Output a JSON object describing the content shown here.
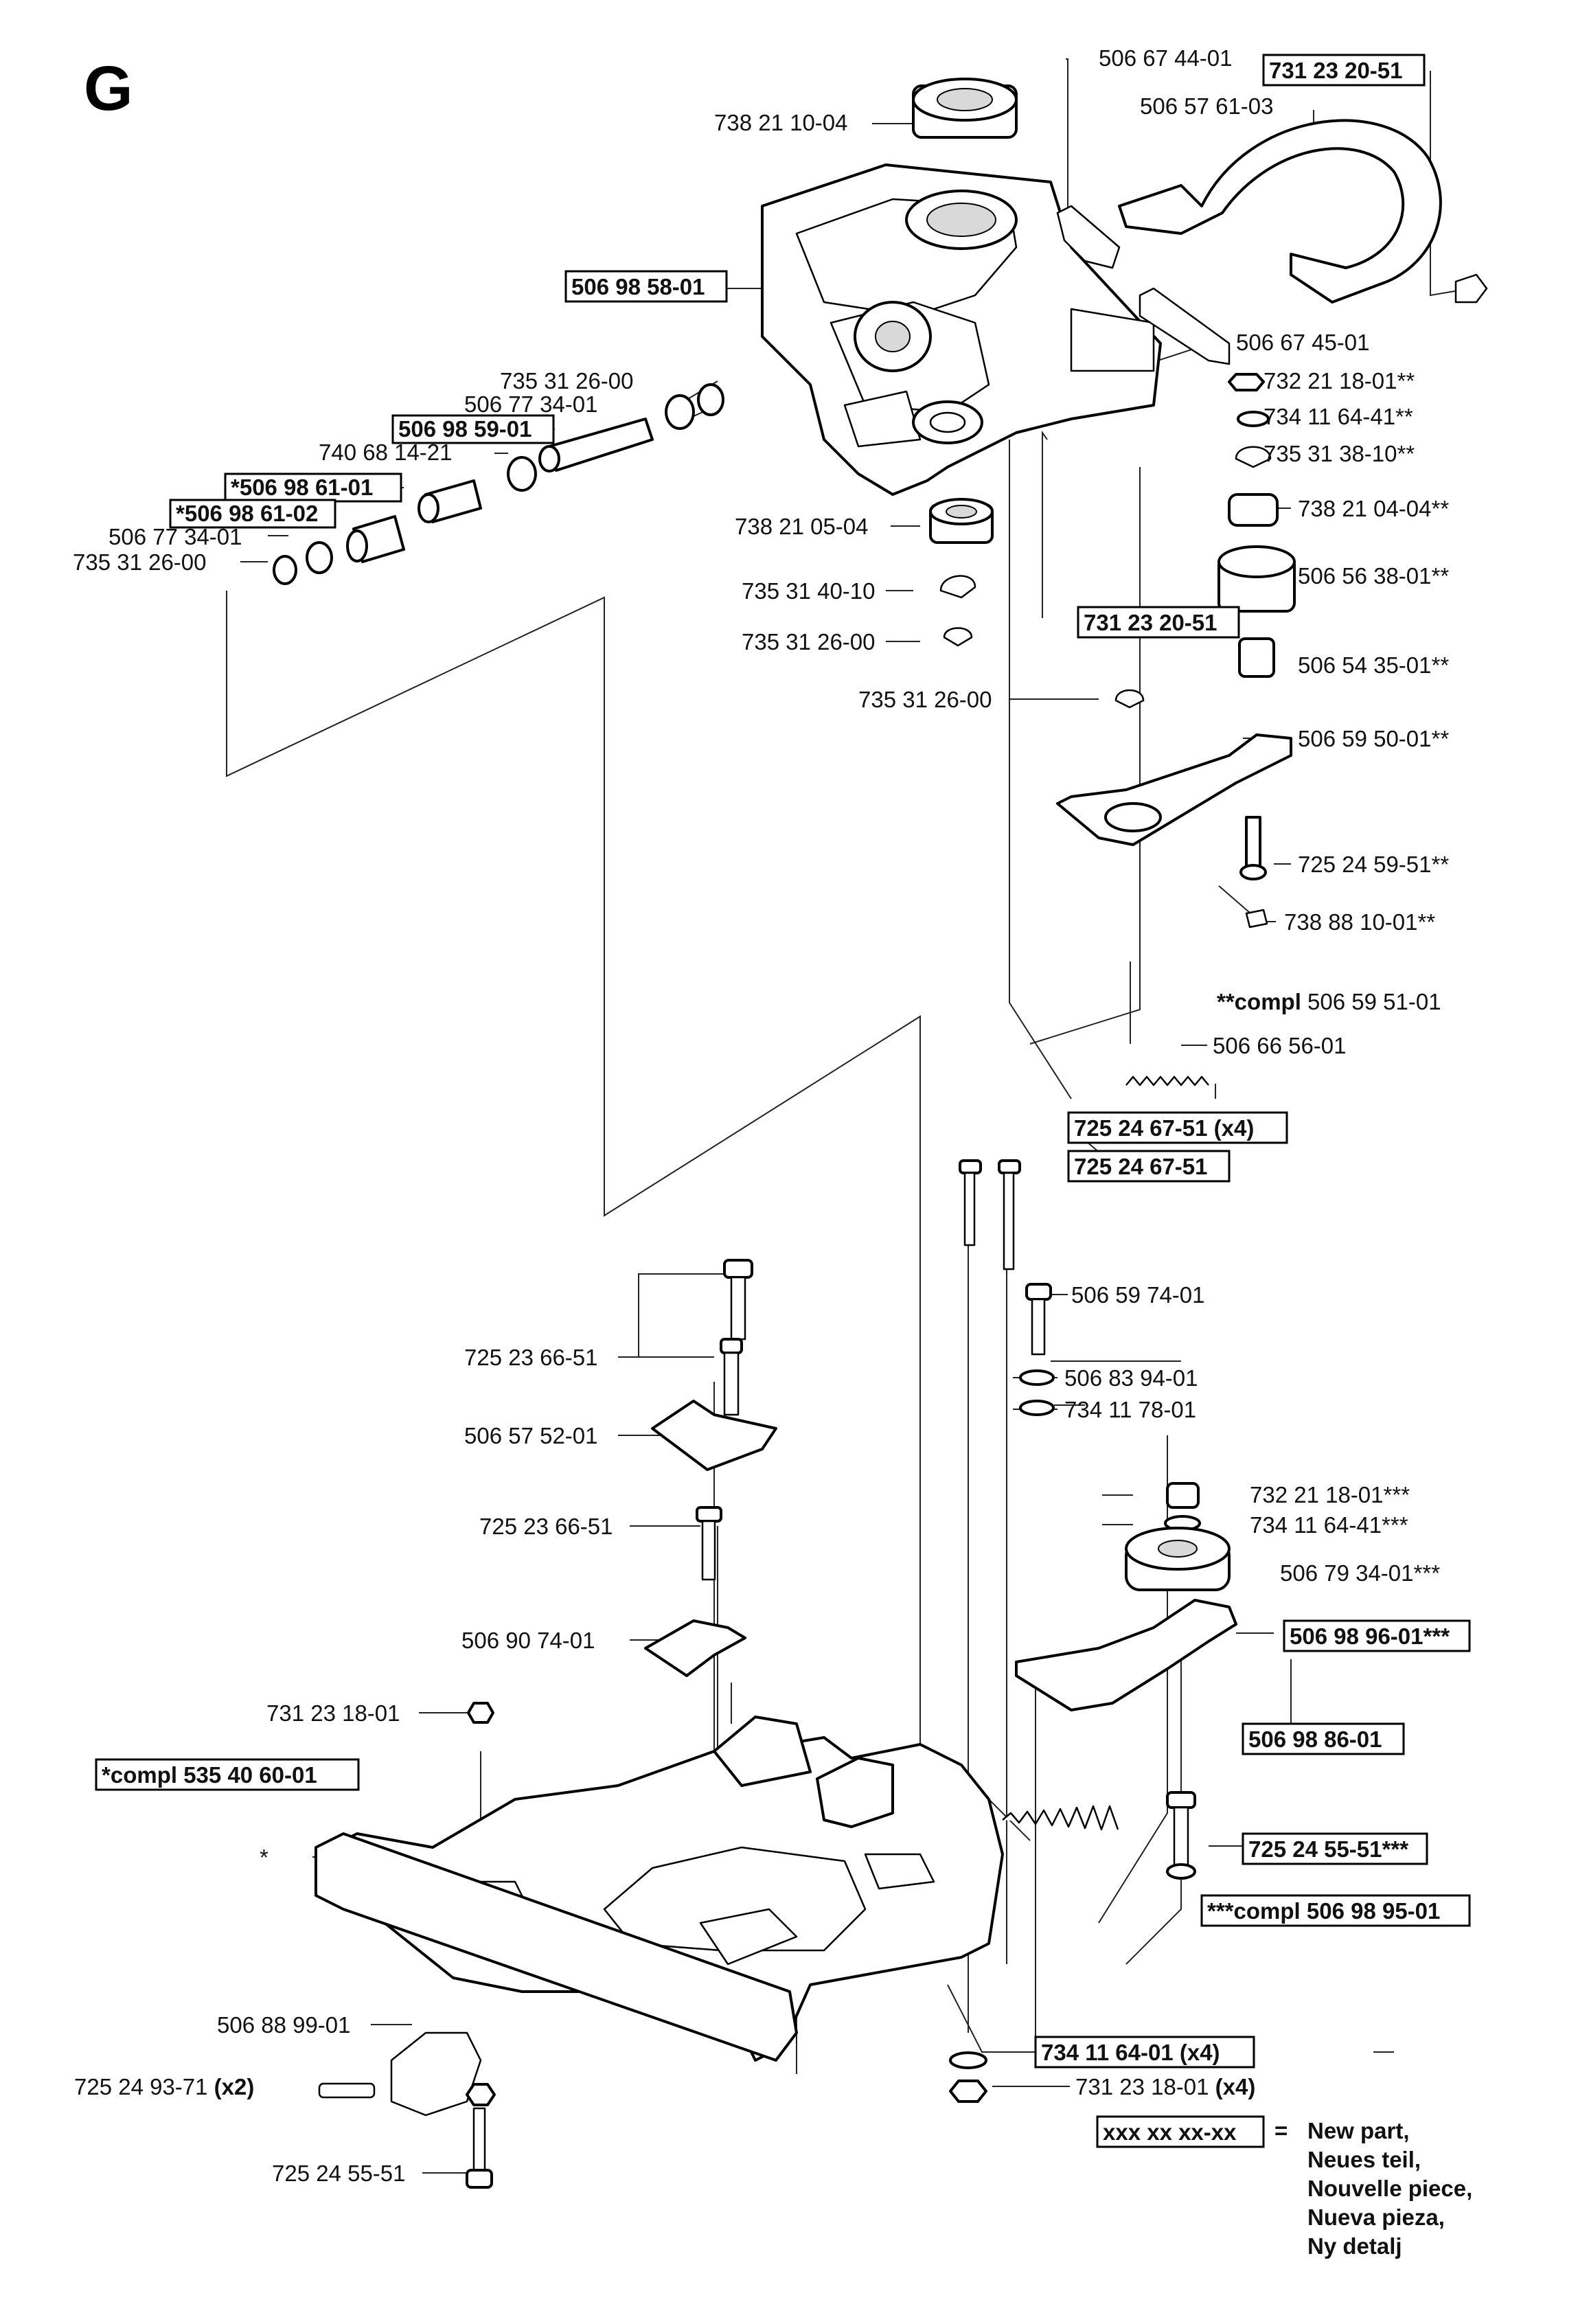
{
  "section_letter": "G",
  "labels": [
    {
      "id": "p1",
      "parts": [
        {
          "t": "506 67 44-01",
          "b": false
        }
      ],
      "boxed": false
    },
    {
      "id": "p2",
      "parts": [
        {
          "t": "731 23 20-51",
          "b": true
        }
      ],
      "boxed": true
    },
    {
      "id": "p3",
      "parts": [
        {
          "t": "506 57 61-03",
          "b": false
        }
      ],
      "boxed": false
    },
    {
      "id": "p4",
      "parts": [
        {
          "t": "738 21 10-04",
          "b": false
        }
      ],
      "boxed": false
    },
    {
      "id": "p5",
      "parts": [
        {
          "t": "506 98 58-01",
          "b": true
        }
      ],
      "boxed": true
    },
    {
      "id": "p6",
      "parts": [
        {
          "t": "506 67 45-01",
          "b": false
        }
      ],
      "boxed": false
    },
    {
      "id": "p7",
      "parts": [
        {
          "t": "735 31 26-00",
          "b": false
        }
      ],
      "boxed": false
    },
    {
      "id": "p8",
      "parts": [
        {
          "t": "506 77 34-01",
          "b": false
        }
      ],
      "boxed": false
    },
    {
      "id": "p9",
      "parts": [
        {
          "t": "506 98 59-01",
          "b": true
        }
      ],
      "boxed": true
    },
    {
      "id": "p10",
      "parts": [
        {
          "t": "740 68 14-21",
          "b": false
        }
      ],
      "boxed": false
    },
    {
      "id": "p11",
      "parts": [
        {
          "t": "*506 98 61-01",
          "b": true
        }
      ],
      "boxed": true
    },
    {
      "id": "p12",
      "parts": [
        {
          "t": "*506 98 61-02",
          "b": true
        }
      ],
      "boxed": true
    },
    {
      "id": "p13",
      "parts": [
        {
          "t": "506 77 34-01",
          "b": false
        }
      ],
      "boxed": false
    },
    {
      "id": "p14",
      "parts": [
        {
          "t": "735 31 26-00",
          "b": false
        }
      ],
      "boxed": false
    },
    {
      "id": "p15",
      "parts": [
        {
          "t": "732 21 18-01**",
          "b": false
        }
      ],
      "boxed": false
    },
    {
      "id": "p16",
      "parts": [
        {
          "t": "734 11 64-41**",
          "b": false
        }
      ],
      "boxed": false
    },
    {
      "id": "p17",
      "parts": [
        {
          "t": "735 31 38-10**",
          "b": false
        }
      ],
      "boxed": false
    },
    {
      "id": "p18",
      "parts": [
        {
          "t": "738 21 04-04**",
          "b": false
        }
      ],
      "boxed": false
    },
    {
      "id": "p19",
      "parts": [
        {
          "t": "738 21 05-04",
          "b": false
        }
      ],
      "boxed": false
    },
    {
      "id": "p20",
      "parts": [
        {
          "t": "506 56 38-01**",
          "b": false
        }
      ],
      "boxed": false
    },
    {
      "id": "p21",
      "parts": [
        {
          "t": "735 31 40-10",
          "b": false
        }
      ],
      "boxed": false
    },
    {
      "id": "p22",
      "parts": [
        {
          "t": "731 23 20-51",
          "b": true
        }
      ],
      "boxed": true
    },
    {
      "id": "p23",
      "parts": [
        {
          "t": "735 31 26-00",
          "b": false
        }
      ],
      "boxed": false
    },
    {
      "id": "p24",
      "parts": [
        {
          "t": "506 54 35-01**",
          "b": false
        }
      ],
      "boxed": false
    },
    {
      "id": "p25",
      "parts": [
        {
          "t": "735 31 26-00",
          "b": false
        }
      ],
      "boxed": false
    },
    {
      "id": "p26",
      "parts": [
        {
          "t": "506 59 50-01**",
          "b": false
        }
      ],
      "boxed": false
    },
    {
      "id": "p27",
      "parts": [
        {
          "t": "725 24 59-51**",
          "b": false
        }
      ],
      "boxed": false
    },
    {
      "id": "p28",
      "parts": [
        {
          "t": "738 88 10-01**",
          "b": false
        }
      ],
      "boxed": false
    },
    {
      "id": "p29",
      "parts": [
        {
          "t": "**compl",
          "b": true
        },
        {
          "t": " 506 59 51-01",
          "b": false
        }
      ],
      "boxed": false
    },
    {
      "id": "p30",
      "parts": [
        {
          "t": "506 66 56-01",
          "b": false
        }
      ],
      "boxed": false
    },
    {
      "id": "p31",
      "parts": [
        {
          "t": "725 24 67-51 (x4)",
          "b": true
        }
      ],
      "boxed": true
    },
    {
      "id": "p32",
      "parts": [
        {
          "t": "725 24 67-51",
          "b": true
        }
      ],
      "boxed": true
    },
    {
      "id": "p33",
      "parts": [
        {
          "t": "506 59 74-01",
          "b": false
        }
      ],
      "boxed": false
    },
    {
      "id": "p34",
      "parts": [
        {
          "t": "725 23 66-51",
          "b": false
        }
      ],
      "boxed": false
    },
    {
      "id": "p35",
      "parts": [
        {
          "t": "506 83 94-01",
          "b": false
        }
      ],
      "boxed": false
    },
    {
      "id": "p36",
      "parts": [
        {
          "t": "734 11 78-01",
          "b": false
        }
      ],
      "boxed": false
    },
    {
      "id": "p37",
      "parts": [
        {
          "t": "506 57 52-01",
          "b": false
        }
      ],
      "boxed": false
    },
    {
      "id": "p38",
      "parts": [
        {
          "t": "732 21 18-01***",
          "b": false
        }
      ],
      "boxed": false
    },
    {
      "id": "p39",
      "parts": [
        {
          "t": "734 11 64-41***",
          "b": false
        }
      ],
      "boxed": false
    },
    {
      "id": "p40",
      "parts": [
        {
          "t": "725 23 66-51",
          "b": false
        }
      ],
      "boxed": false
    },
    {
      "id": "p41",
      "parts": [
        {
          "t": "506 79 34-01***",
          "b": false
        }
      ],
      "boxed": false
    },
    {
      "id": "p42",
      "parts": [
        {
          "t": "506 98 96-01***",
          "b": true
        }
      ],
      "boxed": true
    },
    {
      "id": "p43",
      "parts": [
        {
          "t": "506 90 74-01",
          "b": false
        }
      ],
      "boxed": false
    },
    {
      "id": "p44",
      "parts": [
        {
          "t": "731 23 18-01",
          "b": false
        }
      ],
      "boxed": false
    },
    {
      "id": "p45",
      "parts": [
        {
          "t": "506 98 86-01",
          "b": true
        }
      ],
      "boxed": true
    },
    {
      "id": "p46",
      "parts": [
        {
          "t": "*compl 535 40 60-01",
          "b": true
        }
      ],
      "boxed": true
    },
    {
      "id": "p47",
      "parts": [
        {
          "t": "*",
          "b": false
        }
      ],
      "boxed": false
    },
    {
      "id": "p48",
      "parts": [
        {
          "t": "725 24 55-51***",
          "b": true
        }
      ],
      "boxed": true
    },
    {
      "id": "p49",
      "parts": [
        {
          "t": "***compl 506 98 95-01",
          "b": true
        }
      ],
      "boxed": true
    },
    {
      "id": "p50",
      "parts": [
        {
          "t": "506 88 99-01",
          "b": false
        }
      ],
      "boxed": false
    },
    {
      "id": "p51",
      "parts": [
        {
          "t": "734 11 64-01 (x4)",
          "b": true
        }
      ],
      "boxed": true
    },
    {
      "id": "p52",
      "parts": [
        {
          "t": "725 24 93-71 ",
          "b": false
        },
        {
          "t": "(x2)",
          "b": true
        }
      ],
      "boxed": false
    },
    {
      "id": "p53",
      "parts": [
        {
          "t": "731 23 18-01 ",
          "b": false
        },
        {
          "t": "(x4)",
          "b": true
        }
      ],
      "boxed": false
    },
    {
      "id": "p54",
      "parts": [
        {
          "t": "725 24 55-51",
          "b": false
        }
      ],
      "boxed": false
    }
  ],
  "legend": {
    "key": "xxx xx xx-xx",
    "eq": "=",
    "lines": [
      "New part,",
      "Neues teil,",
      "Nouvelle piece,",
      "Nueva pieza,",
      "Ny detalj"
    ]
  }
}
